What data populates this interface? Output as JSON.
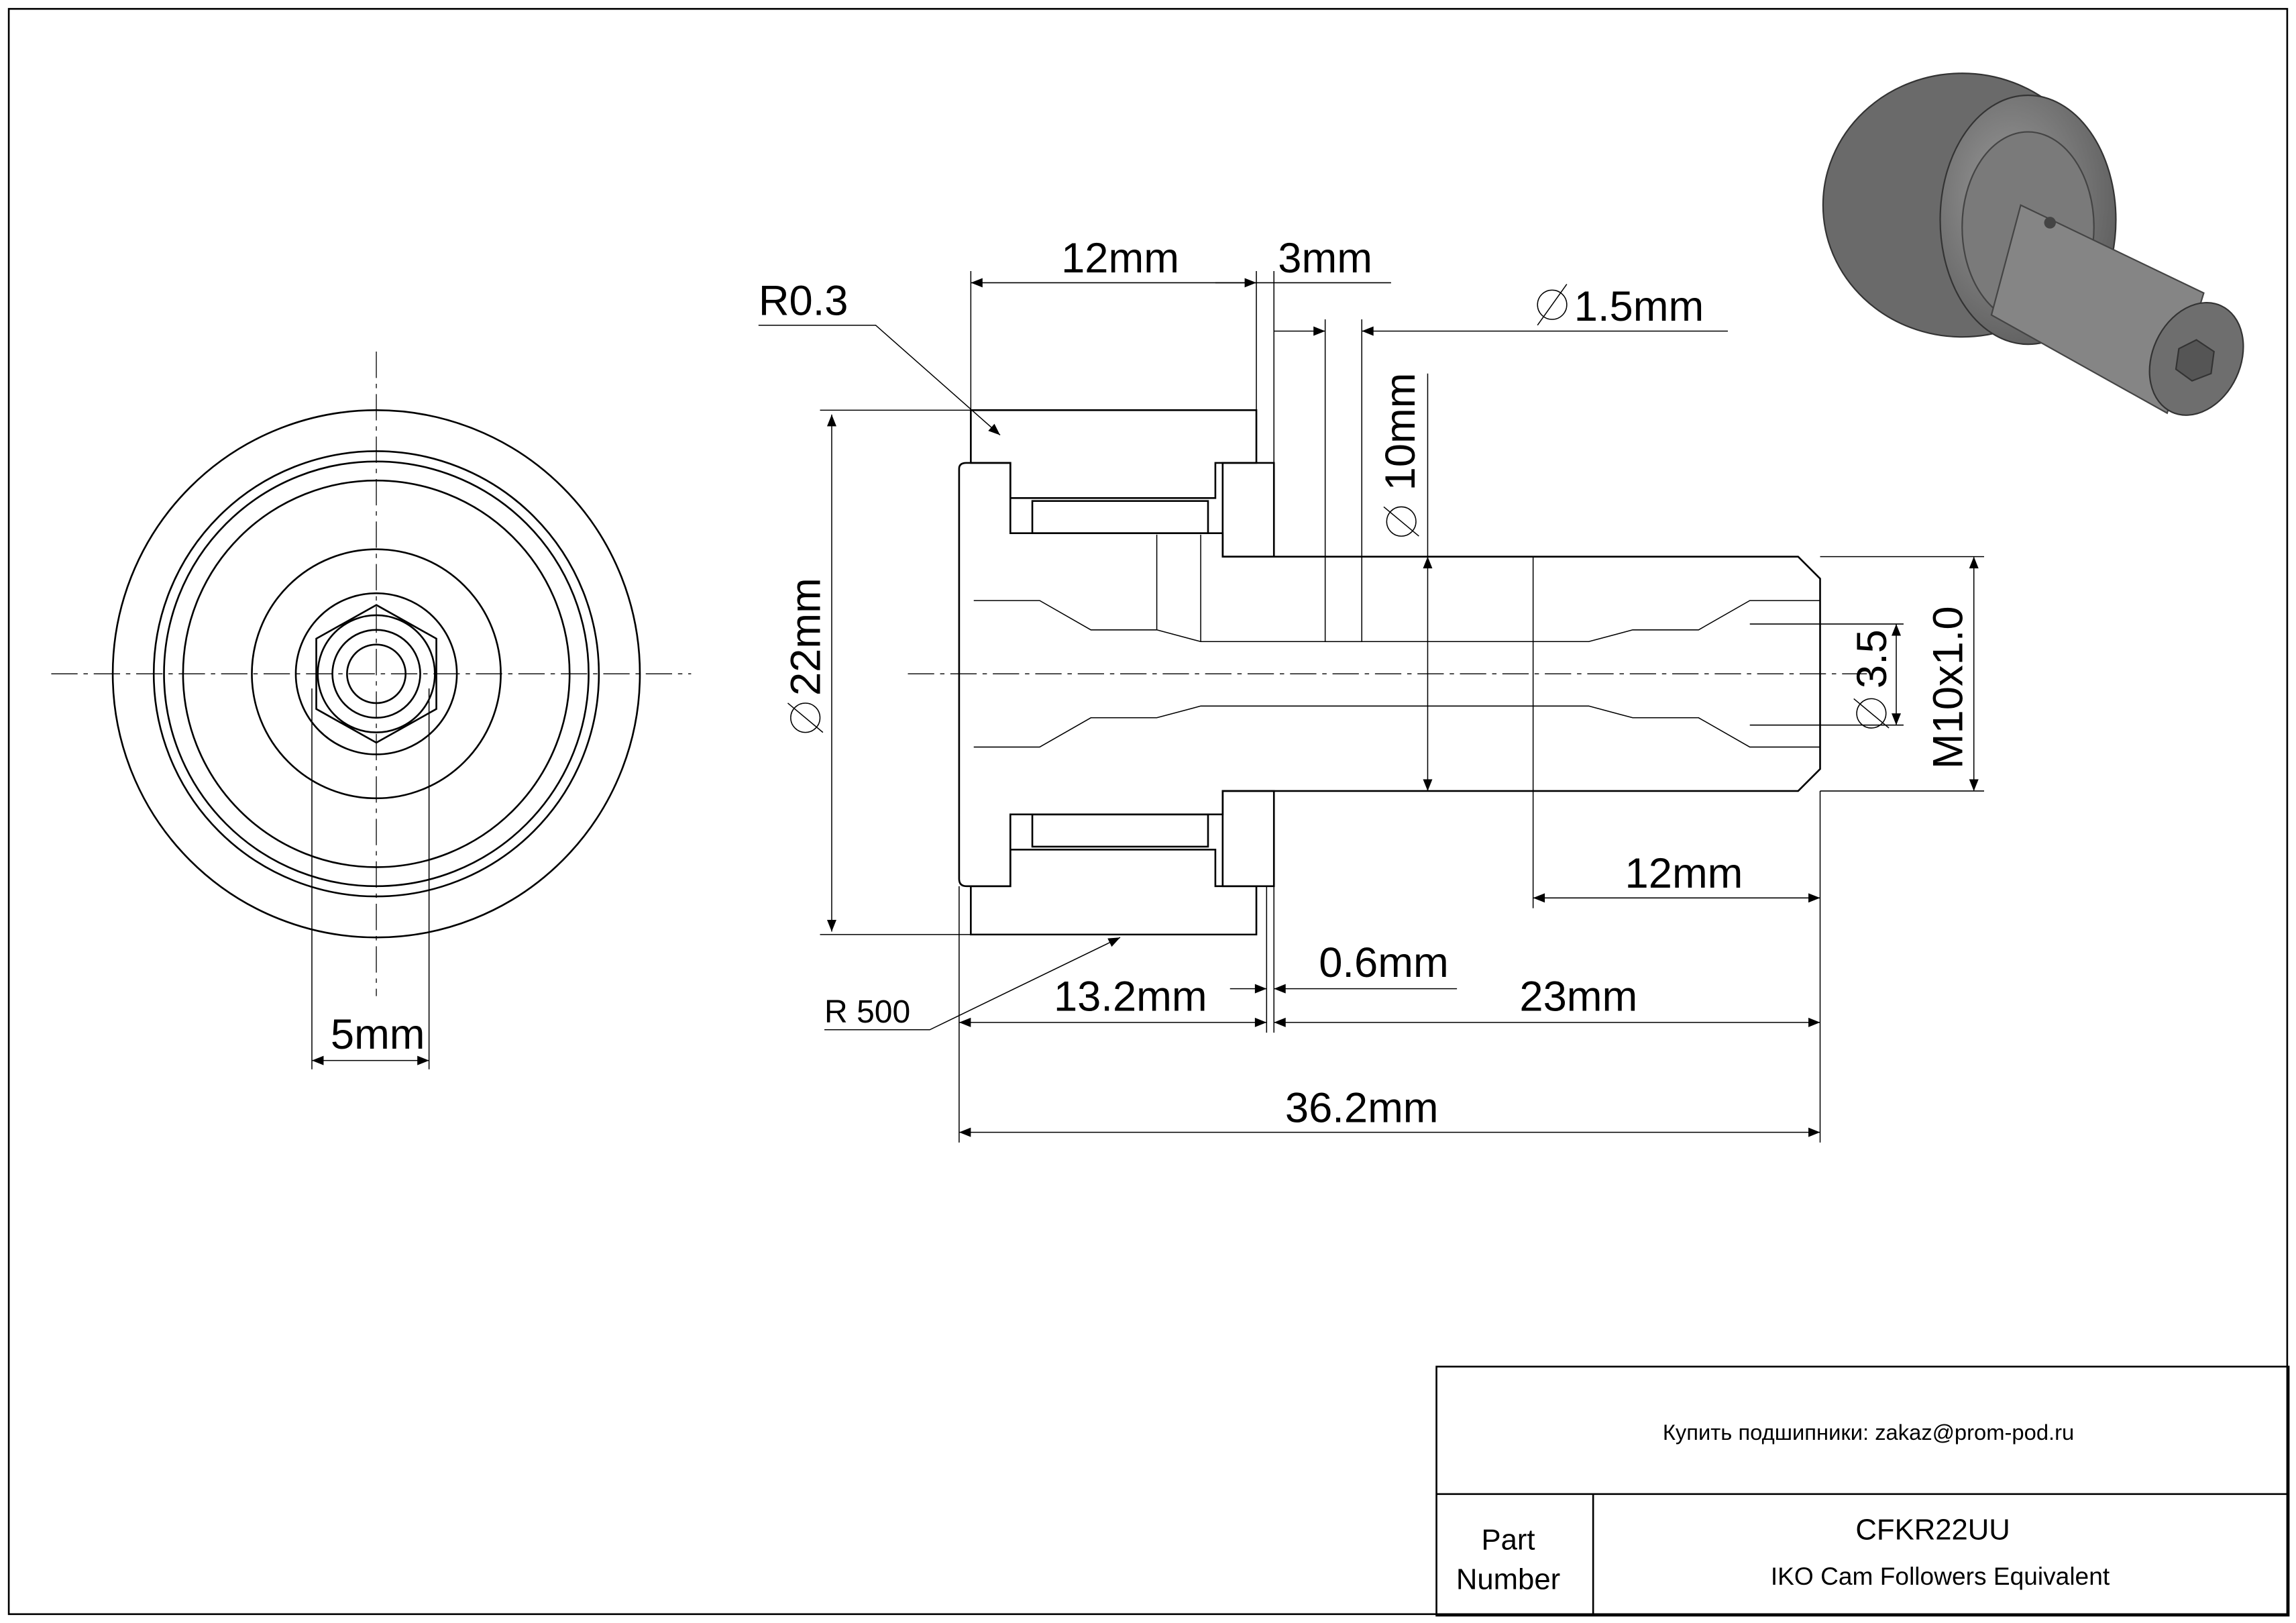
{
  "drawing": {
    "dimensions": {
      "width_12": "12mm",
      "gap_3": "3mm",
      "hole_dia": "1.5mm",
      "shaft_dia": "10mm",
      "outer_dia": "22mm",
      "thread": "M10x1.0",
      "hex_dia": "3.5",
      "thread_len": "12mm",
      "gap_06": "0.6mm",
      "head_len": "13.2mm",
      "stud_len": "23mm",
      "total_len": "36.2mm",
      "hex_size": "5mm",
      "radius_03": "R0.3",
      "radius_500": "R 500"
    }
  },
  "title_block": {
    "contact": "Купить подшипники: zakaz@prom-pod.ru",
    "part_label_1": "Part",
    "part_label_2": "Number",
    "part_number": "CFKR22UU",
    "description": "IKO Cam Followers Equivalent"
  }
}
